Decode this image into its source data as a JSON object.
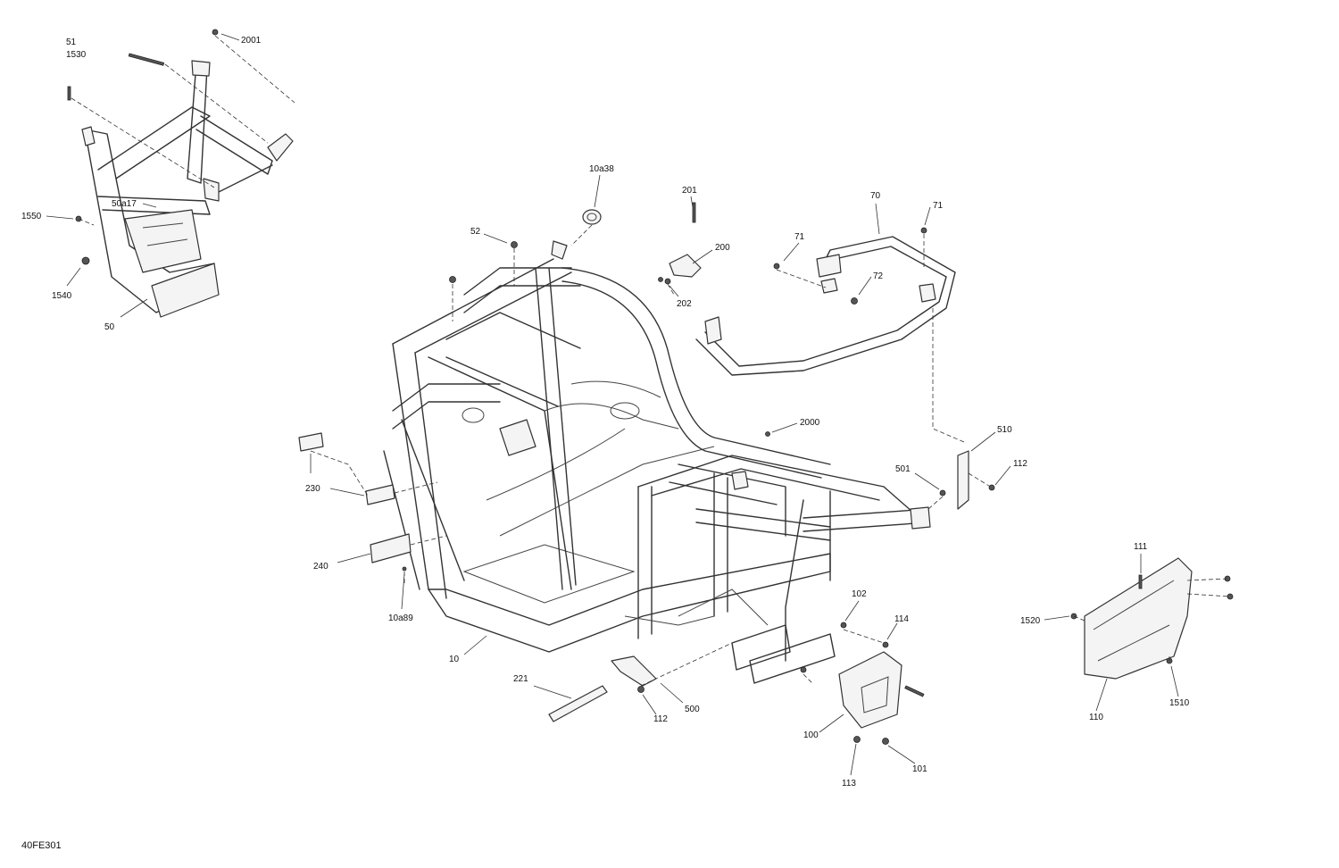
{
  "diagram_ref": "40FE301",
  "callouts": [
    {
      "id": "c-51",
      "text": "51"
    },
    {
      "id": "c-1530",
      "text": "1530"
    },
    {
      "id": "c-2001",
      "text": "2001"
    },
    {
      "id": "c-50a17",
      "text": "50a17"
    },
    {
      "id": "c-1550",
      "text": "1550"
    },
    {
      "id": "c-1540",
      "text": "1540"
    },
    {
      "id": "c-50",
      "text": "50"
    },
    {
      "id": "c-10a38",
      "text": "10a38"
    },
    {
      "id": "c-52",
      "text": "52"
    },
    {
      "id": "c-201",
      "text": "201"
    },
    {
      "id": "c-200",
      "text": "200"
    },
    {
      "id": "c-202",
      "text": "202"
    },
    {
      "id": "c-70",
      "text": "70"
    },
    {
      "id": "c-71a",
      "text": "71"
    },
    {
      "id": "c-71b",
      "text": "71"
    },
    {
      "id": "c-72",
      "text": "72"
    },
    {
      "id": "c-2000",
      "text": "2000"
    },
    {
      "id": "c-510",
      "text": "510"
    },
    {
      "id": "c-501",
      "text": "501"
    },
    {
      "id": "c-112a",
      "text": "112"
    },
    {
      "id": "c-230",
      "text": "230"
    },
    {
      "id": "c-240",
      "text": "240"
    },
    {
      "id": "c-10a89",
      "text": "10a89"
    },
    {
      "id": "c-10",
      "text": "10"
    },
    {
      "id": "c-221",
      "text": "221"
    },
    {
      "id": "c-112b",
      "text": "112"
    },
    {
      "id": "c-500",
      "text": "500"
    },
    {
      "id": "c-102",
      "text": "102"
    },
    {
      "id": "c-114",
      "text": "114"
    },
    {
      "id": "c-100",
      "text": "100"
    },
    {
      "id": "c-101",
      "text": "101"
    },
    {
      "id": "c-113",
      "text": "113"
    },
    {
      "id": "c-111",
      "text": "111"
    },
    {
      "id": "c-1520",
      "text": "1520"
    },
    {
      "id": "c-110",
      "text": "110"
    },
    {
      "id": "c-1510",
      "text": "1510"
    }
  ]
}
